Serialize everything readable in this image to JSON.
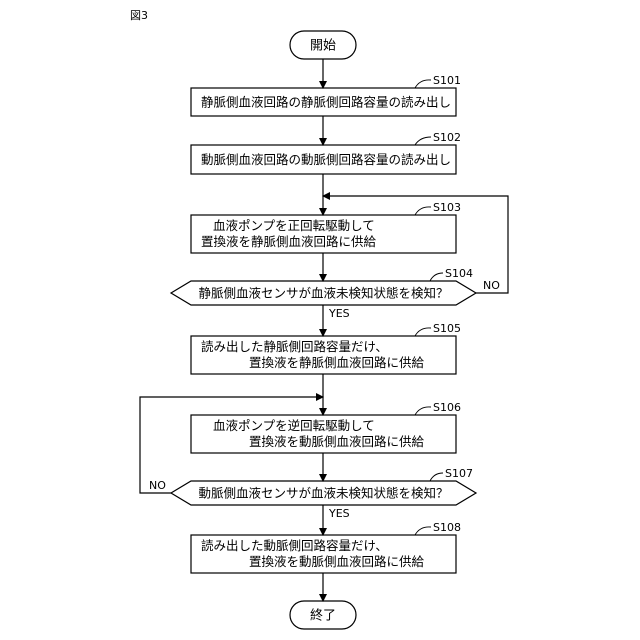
{
  "figure_label": "図3",
  "start": "開始",
  "end": "終了",
  "steps": [
    {
      "id": "S101",
      "lines": [
        "静脈側血液回路の静脈側回路容量の読み出し"
      ]
    },
    {
      "id": "S102",
      "lines": [
        "動脈側血液回路の動脈側回路容量の読み出し"
      ]
    },
    {
      "id": "S103",
      "lines": [
        "血液ポンプを正回転駆動して",
        "置換液を静脈側血液回路に供給"
      ]
    },
    {
      "id": "S104",
      "lines": [
        "静脈側血液センサが血液未検知状態を検知？"
      ]
    },
    {
      "id": "S105",
      "lines": [
        "読み出した静脈側回路容量だけ、",
        "置換液を静脈側血液回路に供給"
      ]
    },
    {
      "id": "S106",
      "lines": [
        "血液ポンプを逆回転駆動して",
        "置換液を動脈側血液回路に供給"
      ]
    },
    {
      "id": "S107",
      "lines": [
        "動脈側血液センサが血液未検知状態を検知？"
      ]
    },
    {
      "id": "S108",
      "lines": [
        "読み出した動脈側回路容量だけ、",
        "置換液を動脈側血液回路に供給"
      ]
    }
  ],
  "branches": {
    "S104": {
      "yes": "YES",
      "no": "NO"
    },
    "S107": {
      "yes": "YES",
      "no": "NO"
    }
  }
}
